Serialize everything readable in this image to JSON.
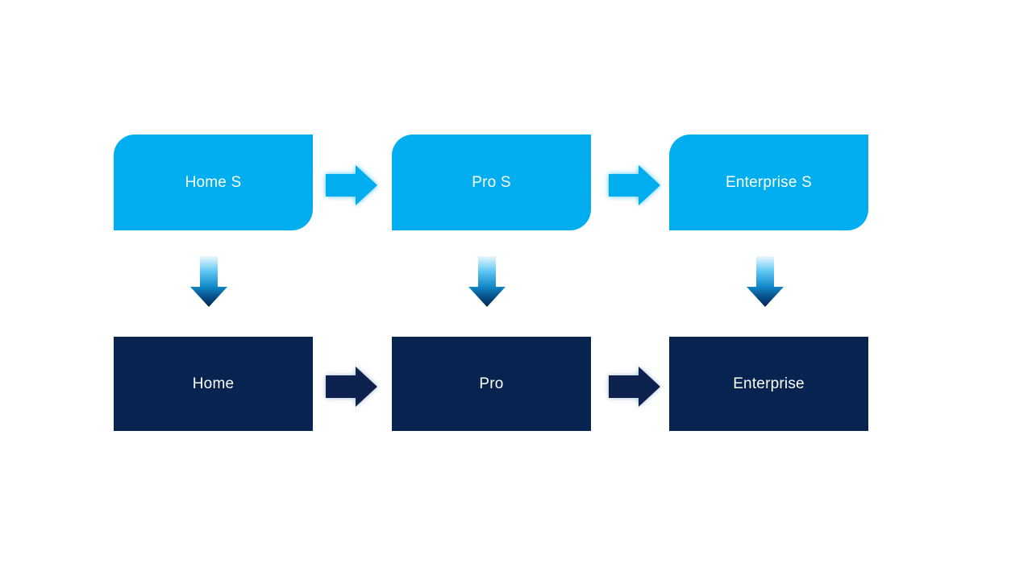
{
  "diagram": {
    "description": "process-upgrade-flow",
    "background_color": "#FFFFFF",
    "colors": {
      "light_blue": "#00AEEF",
      "navy": "#072350",
      "text": "#FFFFFF"
    },
    "top_row": {
      "items": [
        "Home S",
        "Pro S",
        "Enterprise S"
      ]
    },
    "bottom_row": {
      "items": [
        "Home",
        "Pro",
        "Enterprise"
      ]
    }
  }
}
